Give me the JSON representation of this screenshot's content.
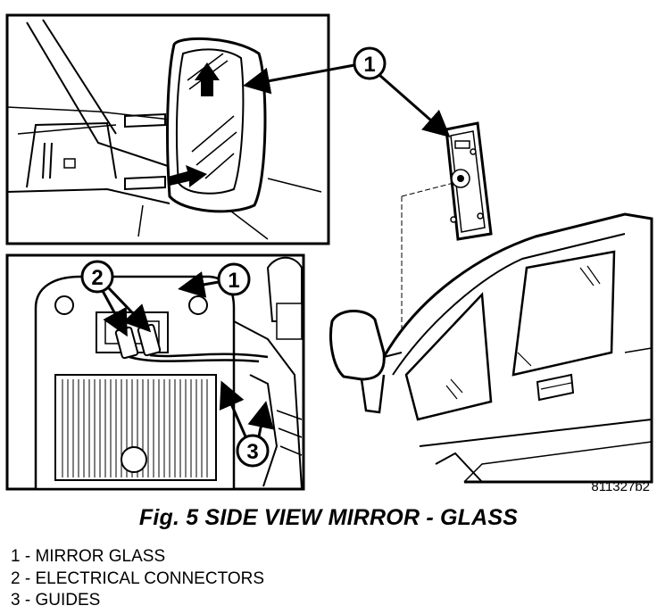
{
  "figure": {
    "caption": "Fig. 5 SIDE VIEW MIRROR - GLASS",
    "id": "811327b2",
    "callouts": [
      "1",
      "2",
      "1",
      "3"
    ],
    "legend": [
      "1 - MIRROR GLASS",
      "2 - ELECTRICAL CONNECTORS",
      "3 - GUIDES"
    ]
  }
}
